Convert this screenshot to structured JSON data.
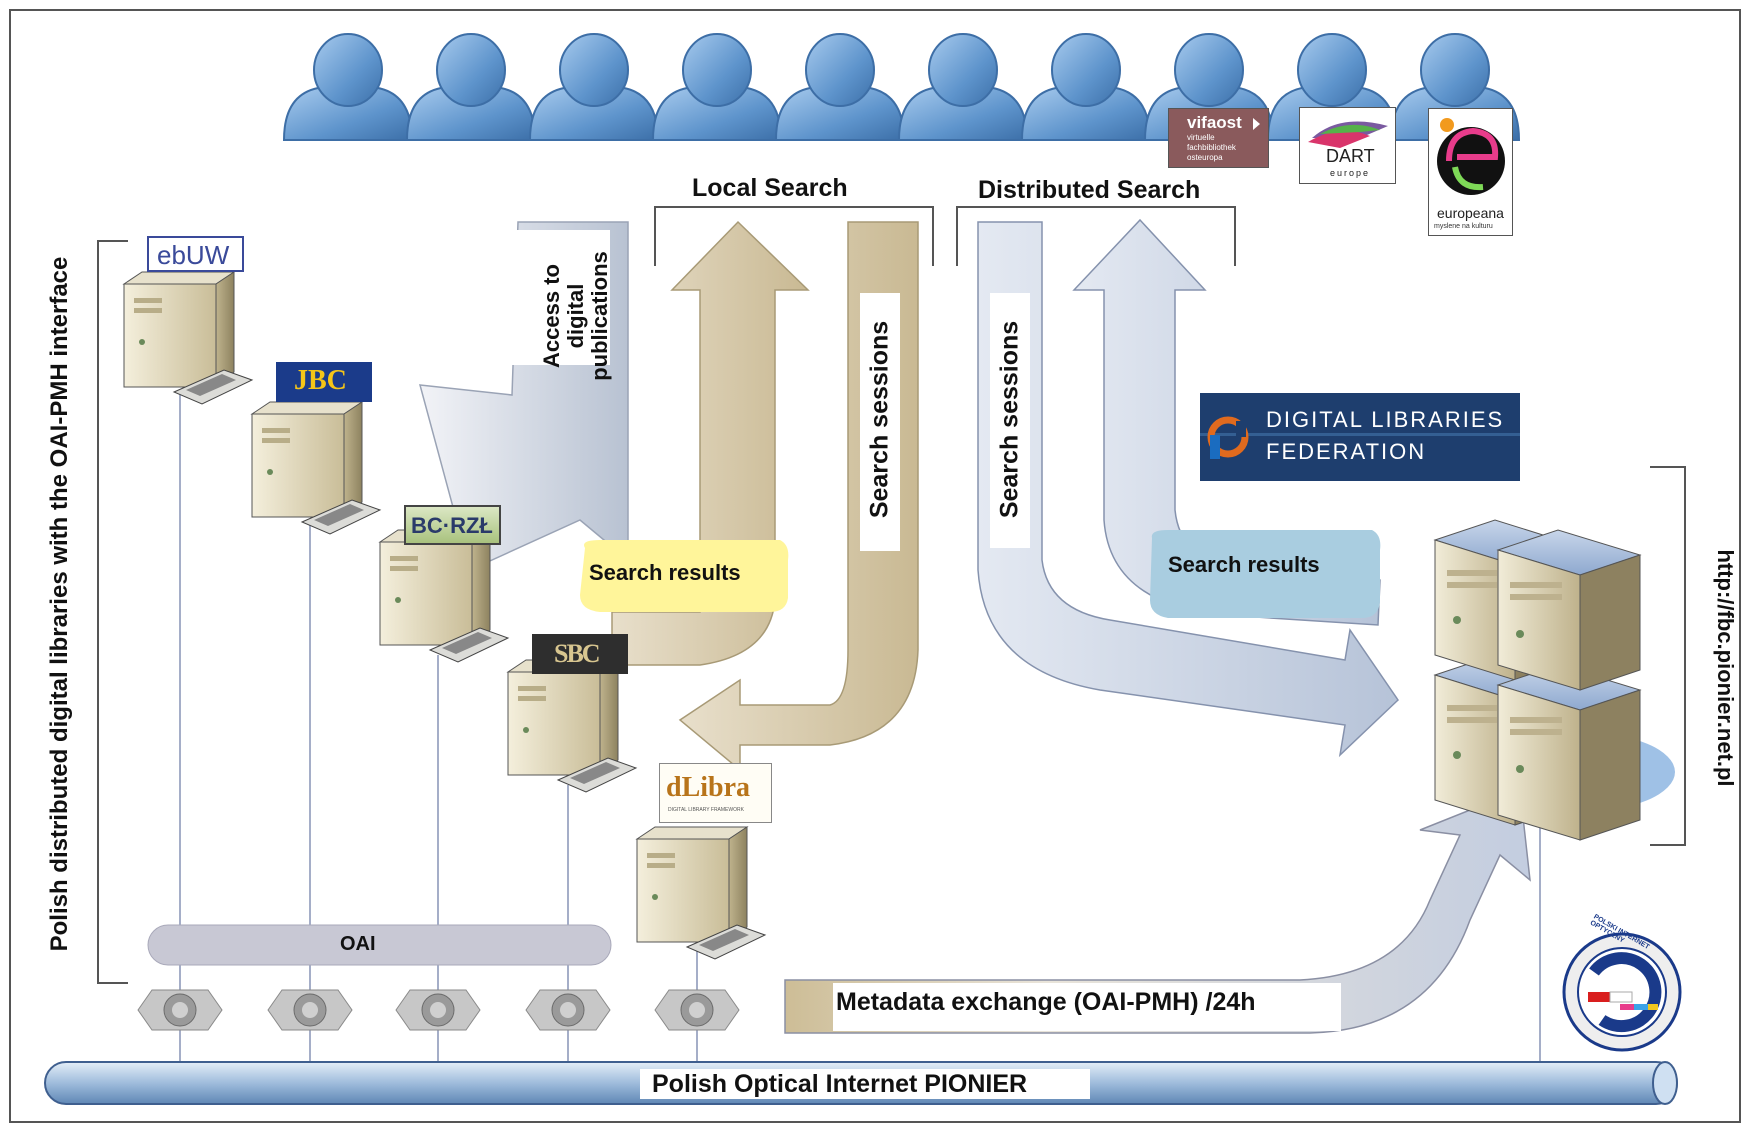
{
  "labels": {
    "local_search": "Local Search",
    "distributed_search": "Distributed Search",
    "access": [
      "Access to",
      "digital",
      "publications"
    ],
    "search_sessions_left": "Search sessions",
    "search_sessions_right": "Search sessions",
    "search_results_left": "Search results",
    "search_results_right": "Search results",
    "oai": "OAI",
    "metadata_exchange": "Metadata exchange (OAI-PMH) /24h",
    "pionier": "Polish Optical Internet PIONIER",
    "left_vertical": "Polish distributed digital libraries with the OAI-PMH interface",
    "right_vertical": "http://fbc.pionier.net.pl"
  },
  "logos": {
    "ebuw": "ebUW",
    "jbc": "JBC",
    "bcrzl": "BC·RZŁ",
    "sbc": "SBC",
    "dlibra": "dLibra",
    "dlibra_sub": "DIGITAL LIBRARY FRAMEWORK",
    "vifaost": "vifaost",
    "vifaost_lines": [
      "virtuelle",
      "fachbibliothek",
      "osteuropa"
    ],
    "dart": "DART",
    "dart_sub": "europe",
    "europeana": "europeana",
    "europeana_sub": "myslene na kulturu",
    "dlf_line1": "DIGITAL LIBRARIES",
    "dlf_line2": "FEDERATION",
    "pionier_seal": "POLSKI INTERNET OPTYCZNY"
  },
  "colors": {
    "user_blue": "#6b9fd4",
    "arrow_tan": "#d9cdb5",
    "arrow_steel": "#c9d3e3",
    "results_yellow": "#fff59a",
    "results_blue": "#a9cde0",
    "oai_bar": "#c8c8d4",
    "pipe": "#9fbcdc",
    "dlf_bg": "#1e3e6e"
  },
  "users_count": 10
}
